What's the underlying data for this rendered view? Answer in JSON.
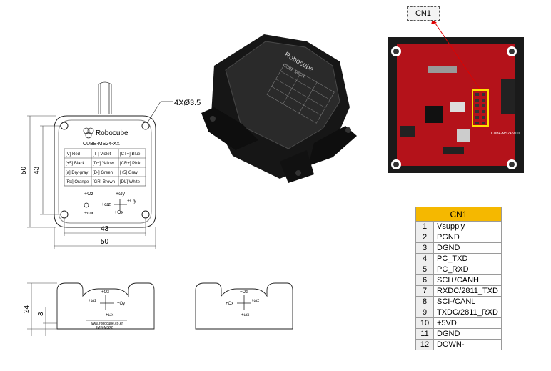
{
  "drawing": {
    "hole_note": "4XØ3.5",
    "dim_43_h": "43",
    "dim_50_h": "50",
    "dim_43_v": "43",
    "dim_50_v": "50",
    "dim_24": "24",
    "dim_3": "3",
    "brand": "Robocube",
    "model": "CUBE-MS24-XX",
    "wires": [
      [
        "[V] Red",
        "[T-] Violet",
        "[CT+] Blue"
      ],
      [
        "[+5] Black",
        "[D+] Yellow",
        "[CR+] Pink"
      ],
      [
        "[a] Dry-gray",
        "[D-] Green",
        "[+5] Gray"
      ],
      [
        "[Rx] Orange",
        "[GR] Brown",
        "[DL] White"
      ]
    ],
    "axes_top": {
      "oz": "+Oz",
      "wy": "+ωy",
      "oy": "+Oy",
      "wz": "+ωz",
      "ox": "+Ox",
      "wx": "+ωx"
    },
    "side_label1": "www.robocube.co.kr",
    "side_label2": "IMS-MS20"
  },
  "product_photo": {
    "brand": "Robocube",
    "model": "CUBE-MS24"
  },
  "pcb": {
    "label": "CUBE-MS24 V1.0",
    "callout": "CN1"
  },
  "table": {
    "header": "CN1",
    "rows": [
      {
        "num": "1",
        "signal": "Vsupply"
      },
      {
        "num": "2",
        "signal": "PGND"
      },
      {
        "num": "3",
        "signal": "DGND"
      },
      {
        "num": "4",
        "signal": "PC_TXD"
      },
      {
        "num": "5",
        "signal": "PC_RXD"
      },
      {
        "num": "6",
        "signal": "SCI+/CANH"
      },
      {
        "num": "7",
        "signal": "RXDC/2811_TXD"
      },
      {
        "num": "8",
        "signal": "SCI-/CANL"
      },
      {
        "num": "9",
        "signal": "TXDC/2811_RXD"
      },
      {
        "num": "10",
        "signal": "+5VD"
      },
      {
        "num": "11",
        "signal": "DGND"
      },
      {
        "num": "12",
        "signal": "DOWN-"
      }
    ]
  },
  "colors": {
    "pcb_red": "#b4121a",
    "highlight": "#ffe000",
    "table_header": "#f5b800"
  }
}
